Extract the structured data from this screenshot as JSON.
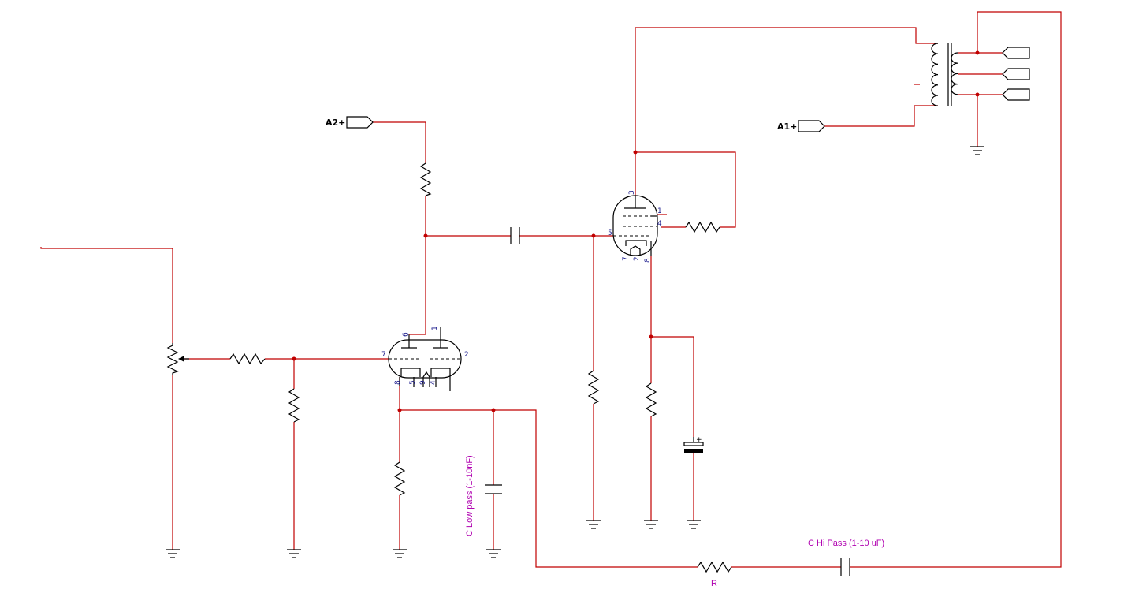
{
  "ports": {
    "a2": "A2+",
    "a1": "A1+"
  },
  "annotations": {
    "c_low_pass": "C Low pass (1-10nF)",
    "c_hi_pass": "C Hi Pass (1-10 uF)",
    "r_feedback": "R"
  },
  "preamp_tube_pins": [
    "6",
    "1",
    "7",
    "2",
    "8",
    "5",
    "9",
    "4"
  ],
  "power_tube_pins": [
    "3",
    "1",
    "4",
    "5",
    "7",
    "2",
    "8"
  ],
  "colors": {
    "wire": "#c00000",
    "component": "#000000",
    "pin_number": "#1a1a8c",
    "annotation": "#b000b0"
  }
}
